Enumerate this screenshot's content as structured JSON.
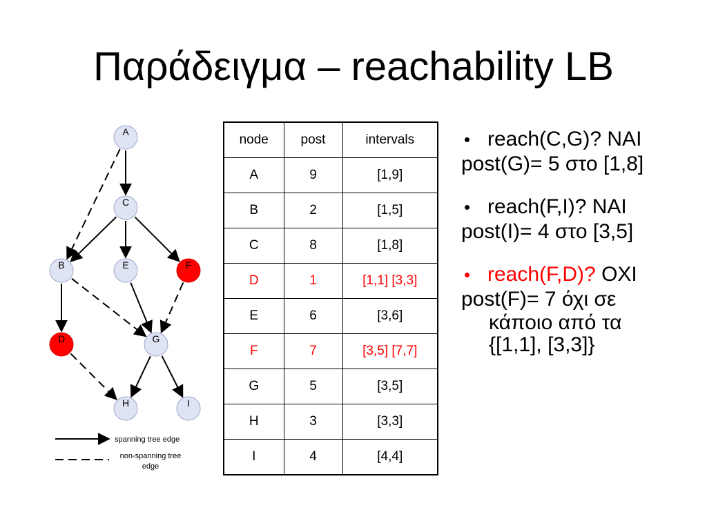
{
  "title": "Παράδειγμα – reachability LB",
  "graph": {
    "nodes": [
      {
        "id": "A",
        "label": "A"
      },
      {
        "id": "C",
        "label": "C"
      },
      {
        "id": "B",
        "label": "B"
      },
      {
        "id": "E",
        "label": "E"
      },
      {
        "id": "F",
        "label": "F",
        "highlight": true
      },
      {
        "id": "D",
        "label": "D",
        "highlight": true
      },
      {
        "id": "G",
        "label": "G"
      },
      {
        "id": "H",
        "label": "H"
      },
      {
        "id": "I",
        "label": "I"
      }
    ],
    "tree_edges": [
      [
        "A",
        "C"
      ],
      [
        "C",
        "B"
      ],
      [
        "C",
        "E"
      ],
      [
        "C",
        "F"
      ],
      [
        "B",
        "D"
      ],
      [
        "E",
        "G"
      ],
      [
        "G",
        "H"
      ],
      [
        "G",
        "I"
      ]
    ],
    "non_tree_edges": [
      [
        "A",
        "B"
      ],
      [
        "B",
        "G"
      ],
      [
        "F",
        "G"
      ],
      [
        "D",
        "H"
      ]
    ],
    "colors": {
      "node_fill": "#dfe4f4",
      "node_stroke": "#9aa6c8",
      "highlight_fill": "#ff0000",
      "edge": "#000000"
    },
    "legend": {
      "tree_edge_label": "spanning tree edge",
      "non_tree_label_line1": "non-spanning tree",
      "non_tree_label_line2": "edge"
    }
  },
  "table": {
    "headers": [
      "node",
      "post",
      "intervals"
    ],
    "rows": [
      {
        "node": "A",
        "post": "9",
        "intervals": "[1,9]"
      },
      {
        "node": "B",
        "post": "2",
        "intervals": "[1,5]"
      },
      {
        "node": "C",
        "post": "8",
        "intervals": "[1,8]"
      },
      {
        "node": "D",
        "post": "1",
        "intervals": "[1,1] [3,3]",
        "highlight": true
      },
      {
        "node": "E",
        "post": "6",
        "intervals": "[3,6]"
      },
      {
        "node": "F",
        "post": "7",
        "intervals": "[3,5] [7,7]",
        "highlight": true
      },
      {
        "node": "G",
        "post": "5",
        "intervals": "[3,5]"
      },
      {
        "node": "H",
        "post": "3",
        "intervals": "[3,3]"
      },
      {
        "node": "I",
        "post": "4",
        "intervals": "[4,4]"
      }
    ]
  },
  "notes": {
    "q1": {
      "question": "reach(C,G)?",
      "answer": "NAI",
      "detail": "post(G)= 5 στο [1,8]"
    },
    "q2": {
      "question": "reach(F,I)?",
      "answer": "NAI",
      "detail": "post(I)= 4 στο [3,5]"
    },
    "q3": {
      "question": "reach(F,D)?",
      "answer": "OXI",
      "detail": "post(F)= 7 όχι σε",
      "detail2": "κάποιο από τα",
      "detail3": "{[1,1], [3,3]}"
    }
  }
}
